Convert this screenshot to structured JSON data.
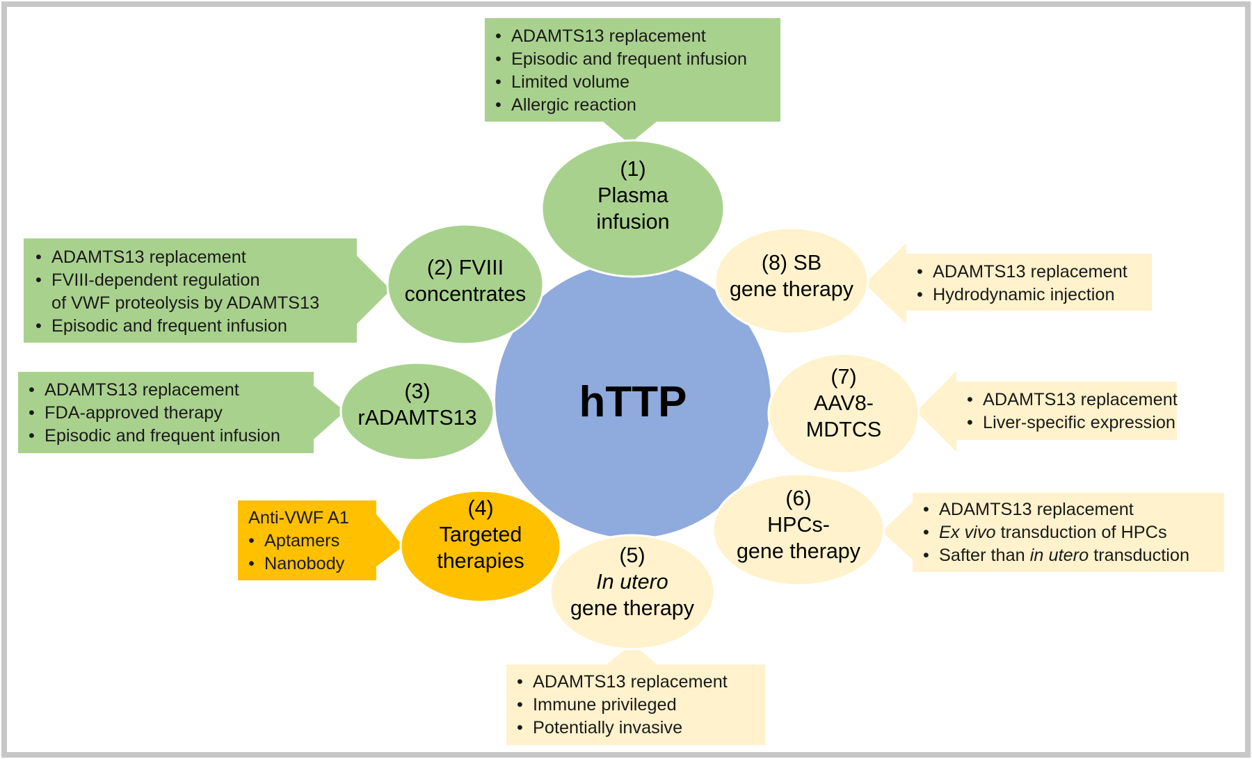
{
  "colors": {
    "frame": "#c7c7c7",
    "green": "#a9d18e",
    "orange": "#ffc000",
    "cream": "#fff2cc",
    "center_blue": "#8faadc"
  },
  "center": {
    "label": "hTTP"
  },
  "nodes": [
    {
      "id": "n1",
      "lines": [
        "(1)",
        "Plasma",
        "infusion"
      ],
      "color": "green"
    },
    {
      "id": "n2",
      "lines": [
        "(2) FVIII",
        "concentrates"
      ],
      "color": "green"
    },
    {
      "id": "n3",
      "lines": [
        "(3)",
        "rADAMTS13"
      ],
      "color": "green"
    },
    {
      "id": "n4",
      "lines": [
        "(4)",
        "Targeted",
        "therapies"
      ],
      "color": "orange"
    },
    {
      "id": "n5",
      "lines": [
        "(5)",
        "In utero",
        "gene therapy"
      ],
      "italic_line": 1,
      "color": "cream"
    },
    {
      "id": "n6",
      "lines": [
        "(6)",
        "HPCs-",
        "gene therapy"
      ],
      "color": "cream"
    },
    {
      "id": "n7",
      "lines": [
        "(7)",
        "AAV8-",
        "MDTCS"
      ],
      "color": "cream"
    },
    {
      "id": "n8",
      "lines": [
        "(8) SB",
        "gene therapy"
      ],
      "color": "cream"
    }
  ],
  "callouts": [
    {
      "id": "c1",
      "color": "green",
      "bullet": "•",
      "items": [
        [
          {
            "t": "ADAMTS13 replacement"
          }
        ],
        [
          {
            "t": "Episodic and frequent infusion"
          }
        ],
        [
          {
            "t": "Limited volume"
          }
        ],
        [
          {
            "t": "Allergic reaction"
          }
        ]
      ]
    },
    {
      "id": "c2",
      "color": "green",
      "bullet": "•",
      "items": [
        [
          {
            "t": "ADAMTS13 replacement"
          }
        ],
        [
          {
            "t": "FVIII-dependent regulation"
          }
        ],
        [
          {
            "t": "of VWF proteolysis by ADAMTS13",
            "continuation": true
          }
        ],
        [
          {
            "t": " Episodic and frequent infusion"
          }
        ]
      ]
    },
    {
      "id": "c3",
      "color": "green",
      "bullet": "•",
      "items": [
        [
          {
            "t": "ADAMTS13 replacement"
          }
        ],
        [
          {
            "t": "FDA-approved therapy"
          }
        ],
        [
          {
            "t": "Episodic and frequent infusion"
          }
        ]
      ]
    },
    {
      "id": "c4",
      "color": "orange",
      "bullet": "•",
      "header": "Anti-VWF A1",
      "items": [
        [
          {
            "t": "Aptamers"
          }
        ],
        [
          {
            "t": "Nanobody"
          }
        ]
      ]
    },
    {
      "id": "c5",
      "color": "cream",
      "bullet": "•",
      "items": [
        [
          {
            "t": "ADAMTS13 replacement"
          }
        ],
        [
          {
            "t": "Immune privileged"
          }
        ],
        [
          {
            "t": "Potentially invasive"
          }
        ]
      ]
    },
    {
      "id": "c6",
      "color": "cream",
      "bullet": "•",
      "items": [
        [
          {
            "t": "ADAMTS13 replacement"
          }
        ],
        [
          {
            "t": "Ex vivo",
            "i": true
          },
          {
            "t": " transduction of HPCs"
          }
        ],
        [
          {
            "t": "Safter than "
          },
          {
            "t": "in utero",
            "i": true
          },
          {
            "t": " transduction"
          }
        ]
      ]
    },
    {
      "id": "c7",
      "color": "cream",
      "bullet": "•",
      "items": [
        [
          {
            "t": "ADAMTS13 replacement"
          }
        ],
        [
          {
            "t": "Liver-specific expression"
          }
        ]
      ]
    },
    {
      "id": "c8",
      "color": "cream",
      "bullet": "•",
      "items": [
        [
          {
            "t": "ADAMTS13 replacement"
          }
        ],
        [
          {
            "t": "Hydrodynamic injection"
          }
        ]
      ]
    }
  ]
}
